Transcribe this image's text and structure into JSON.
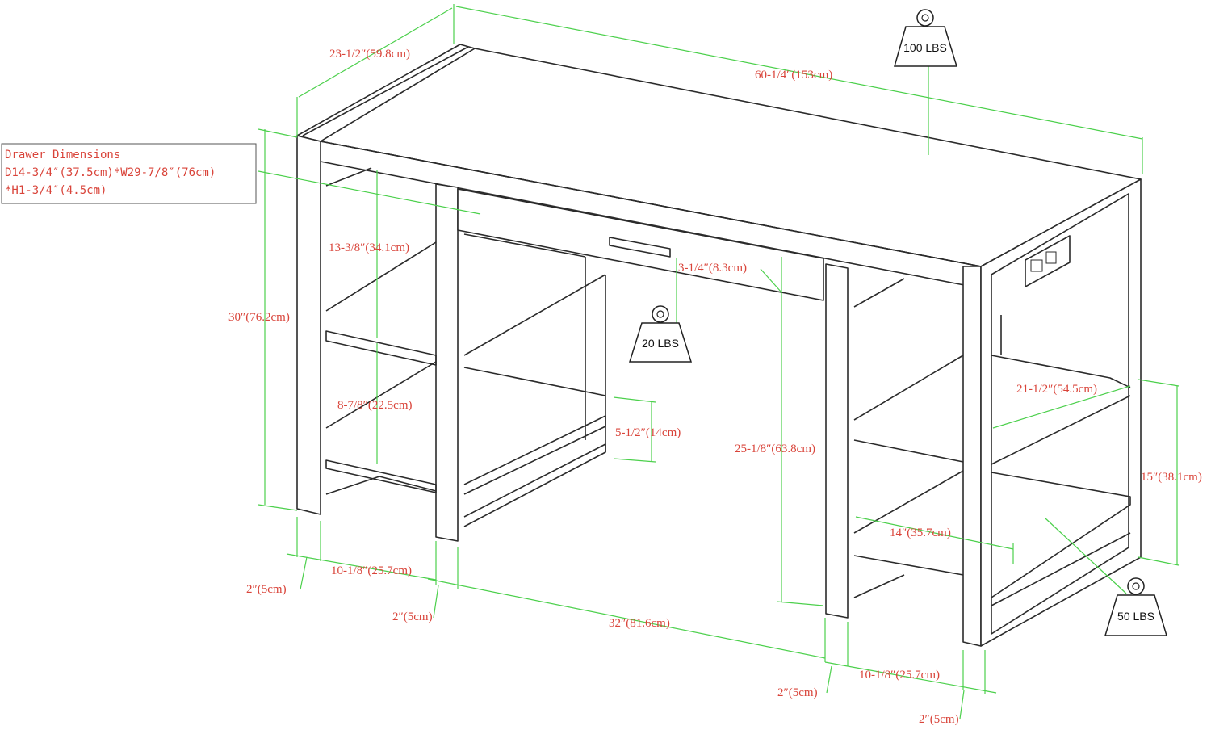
{
  "diagram": {
    "drawer_box": {
      "line1": "Drawer Dimensions",
      "line2": "D14-3/4″(37.5cm)*W29-7/8″(76cm)",
      "line3": "*H1-3/4″(4.5cm)"
    },
    "weights": {
      "top": "100 LBS",
      "drawer": "20 LBS",
      "shelf": "50 LBS"
    },
    "dimensions": {
      "depth_top": "23-1/2″(59.8cm)",
      "width_top": "60-1/4″(153cm)",
      "height": "30″(76.2cm)",
      "left_upper": "13-3/8″(34.1cm)",
      "left_lower": "8-7/8″(22.5cm)",
      "center_lower": "5-1/2″(14cm)",
      "drawer_h": "3-1/4″(8.3cm)",
      "clearance": "25-1/8″(63.8cm)",
      "right_depth": "21-1/2″(54.5cm)",
      "right_h": "15″(38.1cm)",
      "right_shelf": "14″(35.7cm)",
      "leg_left": "2″(5cm)",
      "cab_left": "10-1/8″(25.7cm)",
      "leg_left2": "2″(5cm)",
      "span": "32″(81.6cm)",
      "leg_right": "2″(5cm)",
      "cab_right": "10-1/8″(25.7cm)",
      "leg_right2": "2″(5cm)"
    },
    "colors": {
      "label": "#d9443a",
      "dimension_line": "#4cd04c",
      "outline": "#2b2b2b"
    }
  }
}
